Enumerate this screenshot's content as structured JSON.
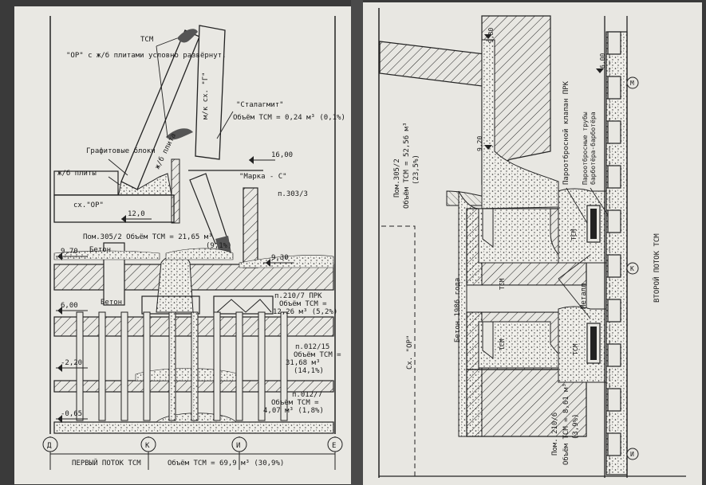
{
  "left_page": {
    "note_unfolded": "\"ОР\" с ж/б плитами условно развёрнут.",
    "tsm_label_top": "ТСМ",
    "wall_label": "м/к сх. \"Г\"",
    "stalagmite_title": "\"Сталагмит\"",
    "stalagmite_volume": "Объём ТСМ = 0,24 м³ (0,1%)",
    "zhb_slab": "ж/б плита",
    "graphite_blocks": "Графитовые блоки",
    "zhb_slabs": "ж/б плиты",
    "mark_16": "16,00",
    "marka_s": "\"Марка - С\"",
    "room_303": "п.303/3",
    "sch_or": "сх.\"ОР\"",
    "mark_12": "12,0",
    "room_305_vol": "Пом.305/2 Объём ТСМ = 21,65 м³",
    "room_305_pct": "(9,1%)",
    "mark_970": "9,70",
    "beton1": "Бетон",
    "mark_930": "9,30",
    "beton2": "Бетон",
    "mark_600": "6,00",
    "room_210": "п.210/7 ПРК",
    "room_210_vol1": "Объём ТСМ =",
    "room_210_vol2": "12,26 м³ (5,2%)",
    "room_012_15": "п.012/15",
    "room_012_15_vol1": "Объём ТСМ =",
    "room_012_15_vol2": "31,68 м³",
    "room_012_15_pct": "(14,1%)",
    "mark_220": "-2,20",
    "room_012_7": "п.012/7",
    "room_012_7_vol1": "Объём ТСМ =",
    "room_012_7_vol2": "4,07 м³ (1,8%)",
    "mark_065": "-0,65",
    "axis_d": "Д",
    "axis_k": "К",
    "axis_i": "И",
    "axis_e": "Е",
    "first_stream": "ПЕРВЫЙ ПОТОК ТСМ",
    "total_volume": "Объём ТСМ = 69,9 м³ (30,9%)"
  },
  "right_page": {
    "mark_930": "9,30",
    "mark_920": "9,20",
    "mark_600": "6,00",
    "room_305_a": "Пом.305/2",
    "room_305_b": "Объём ТСМ = 52,56 м³",
    "room_305_c": "(23,5%)",
    "steam_valve": "Пароотбросной клапан ПРК",
    "steam_pipes": "Пароотбросные трубы",
    "steam_pipes2": "барботёра-барботёра",
    "tsm_upper": "ТСМ",
    "tsm_upper2": "ТСМ",
    "metal": "Металл",
    "beton_1986": "Бетон 1986 года",
    "tsm_lower": "ТСМ",
    "tsm_lower2": "ТСМ",
    "sch_or": "Сх. \"ОР\"",
    "room_210_a": "Пом. 210/6",
    "room_210_b": "Объём ТСМ = 8,61 м³",
    "room_210_c": "(3,9%)",
    "second_stream": "ВТОРОЙ ПОТОК ТСМ",
    "axis_m": "М",
    "axis_k": "К",
    "axis_i": "И"
  },
  "colors": {
    "paper": "#e9e8e3",
    "ink": "#1a1a1a",
    "gutter": "#4a4a4a"
  }
}
